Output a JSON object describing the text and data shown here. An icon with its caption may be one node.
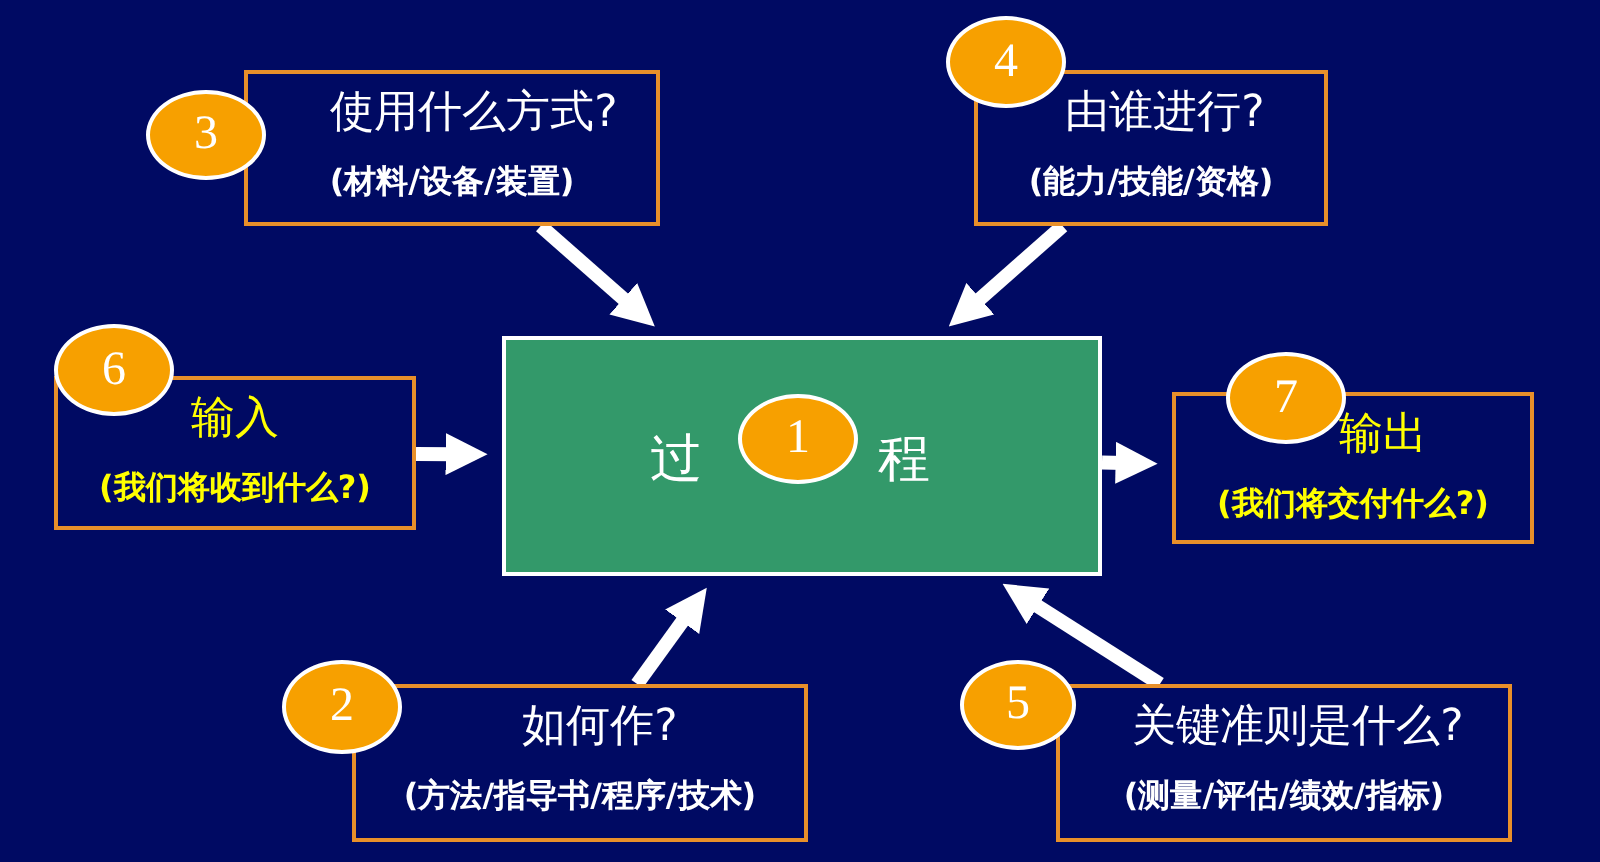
{
  "diagram": {
    "nodes": [
      {
        "text": [
          "使用什么方式?",
          "(材料/设备/装置)"
        ]
      },
      {
        "text": [
          "3"
        ]
      },
      {
        "text": [
          "由谁进行?",
          "(能力/技能/资格)"
        ]
      },
      {
        "text": [
          "4"
        ]
      },
      {
        "text": [
          "输入",
          "(我们将收到什么?)"
        ]
      },
      {
        "text": [
          "6"
        ]
      },
      {
        "text": [
          "过",
          "程"
        ]
      },
      {
        "text": [
          "1"
        ],
        "in": 6
      },
      {
        "text": [
          "输出",
          "(我们将交付什么?)"
        ]
      },
      {
        "text": [
          "7"
        ]
      },
      {
        "text": [
          "如何作?",
          "(方法/指导书/程序/技术)"
        ]
      },
      {
        "text": [
          "2"
        ]
      },
      {
        "text": [
          "关键准则是什么?",
          "(测量/评估/绩效/指标)"
        ]
      },
      {
        "text": [
          "5"
        ]
      }
    ],
    "edges": [
      {
        "from": 0,
        "to": 6,
        "arrow": "to"
      },
      {
        "from": 2,
        "to": 6,
        "arrow": "to"
      },
      {
        "from": 4,
        "to": 6,
        "arrow": "to"
      },
      {
        "from": 6,
        "to": 8,
        "arrow": "to"
      },
      {
        "from": 10,
        "to": 6,
        "arrow": "to"
      },
      {
        "from": 12,
        "to": 6,
        "arrow": "to"
      }
    ]
  }
}
